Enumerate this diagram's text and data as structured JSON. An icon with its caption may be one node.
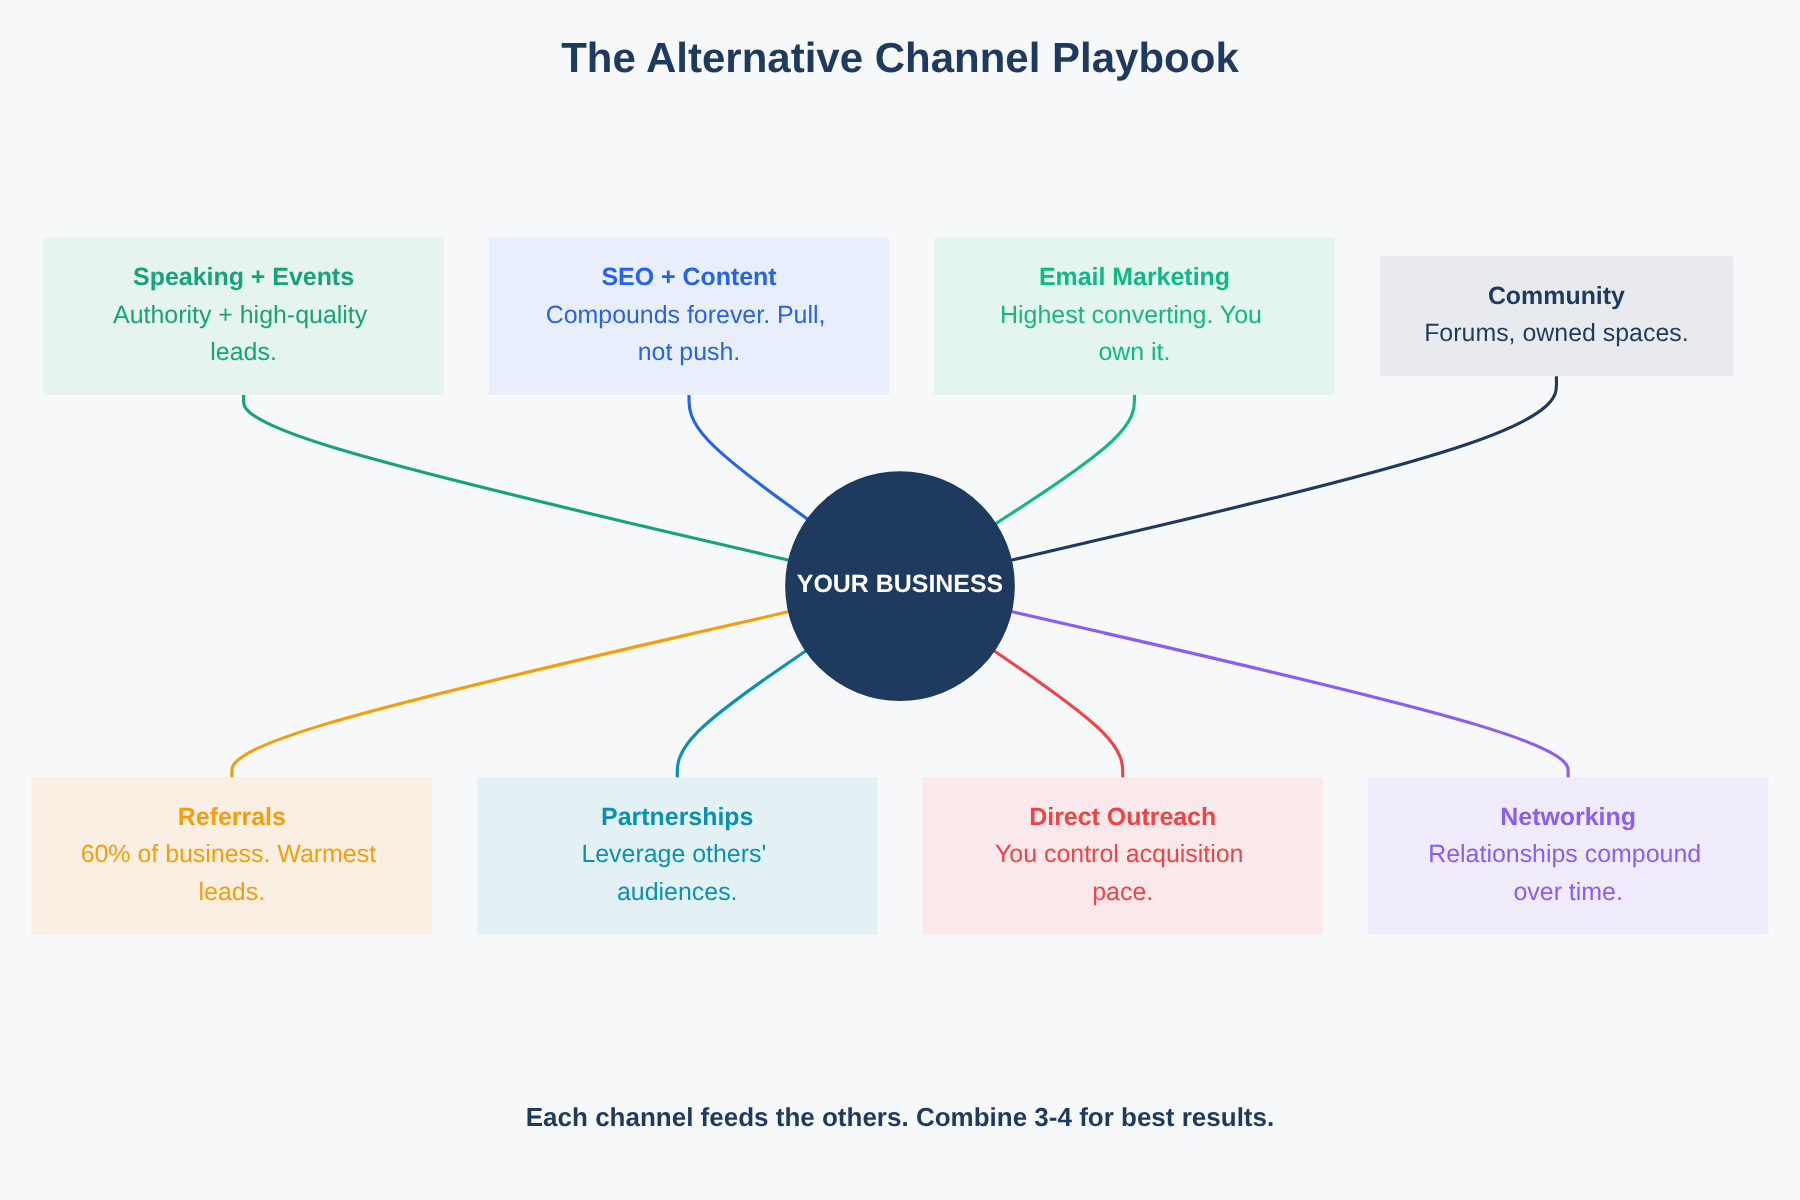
{
  "diagram": {
    "title": "The Alternative Channel Playbook",
    "nodes": [
      {
        "text": [
          "Speaking + Events",
          "Authority + high-quality leads."
        ]
      },
      {
        "text": [
          "SEO + Content",
          "Compounds forever. Pull, not push."
        ]
      },
      {
        "text": [
          "Email Marketing",
          "Highest converting. You own it."
        ]
      },
      {
        "text": [
          "Community",
          "Forums, owned spaces."
        ]
      },
      {
        "text": [
          "YOUR BUSINESS"
        ]
      },
      {
        "text": [
          "Referrals",
          "60% of business. Warmest leads."
        ]
      },
      {
        "text": [
          "Partnerships",
          "Leverage others' audiences."
        ]
      },
      {
        "text": [
          "Direct Outreach",
          "You control acquisition pace."
        ]
      },
      {
        "text": [
          "Networking",
          "Relationships compound over time."
        ]
      }
    ],
    "edges": [
      {
        "from": 0,
        "to": 4,
        "arrow": "none",
        "color": "#16a37a"
      },
      {
        "from": 1,
        "to": 4,
        "arrow": "none",
        "color": "#2563eb"
      },
      {
        "from": 2,
        "to": 4,
        "arrow": "none",
        "color": "#10b981"
      },
      {
        "from": 3,
        "to": 4,
        "arrow": "none",
        "color": "#1e3a5f"
      },
      {
        "from": 4,
        "to": 5,
        "arrow": "none",
        "color": "#f59e0b"
      },
      {
        "from": 4,
        "to": 6,
        "arrow": "none",
        "color": "#0891b2"
      },
      {
        "from": 4,
        "to": 7,
        "arrow": "none",
        "color": "#ef4444"
      },
      {
        "from": 4,
        "to": 8,
        "arrow": "none",
        "color": "#8b5cf6"
      }
    ],
    "caption": "Each channel feeds the others. Combine 3-4 for best results."
  }
}
